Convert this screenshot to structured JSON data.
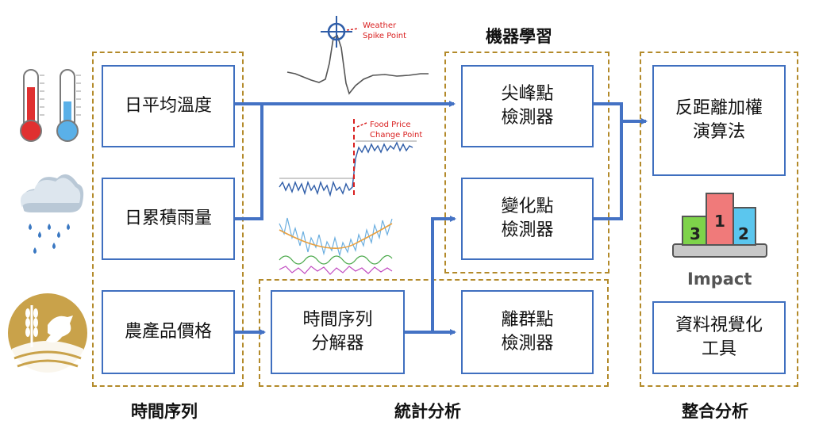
{
  "groups": {
    "time_series": "時間序列",
    "statistics": "統計分析",
    "machine_learning": "機器學習",
    "integration": "整合分析"
  },
  "nodes": {
    "avg_temp": "日平均溫度",
    "rain": "日累積雨量",
    "price": "農產品價格",
    "decomposer": "時間序列\n分解器",
    "spike": "尖峰點\n檢測器",
    "change": "變化點\n檢測器",
    "outlier": "離群點\n檢測器",
    "idw": "反距離加權\n演算法",
    "viz": "資料視覺化\n工具"
  },
  "annotations": {
    "weather_spike": "Weather\nSpike Point",
    "food_change": "Food Price\nChange Point"
  },
  "impact": {
    "label": "Impact",
    "ranks": [
      "3",
      "1",
      "2"
    ]
  },
  "colors": {
    "group_border": "#b38a2a",
    "node_border": "#3f6fbf",
    "edge": "#4472c4",
    "annotation": "#d92020"
  }
}
